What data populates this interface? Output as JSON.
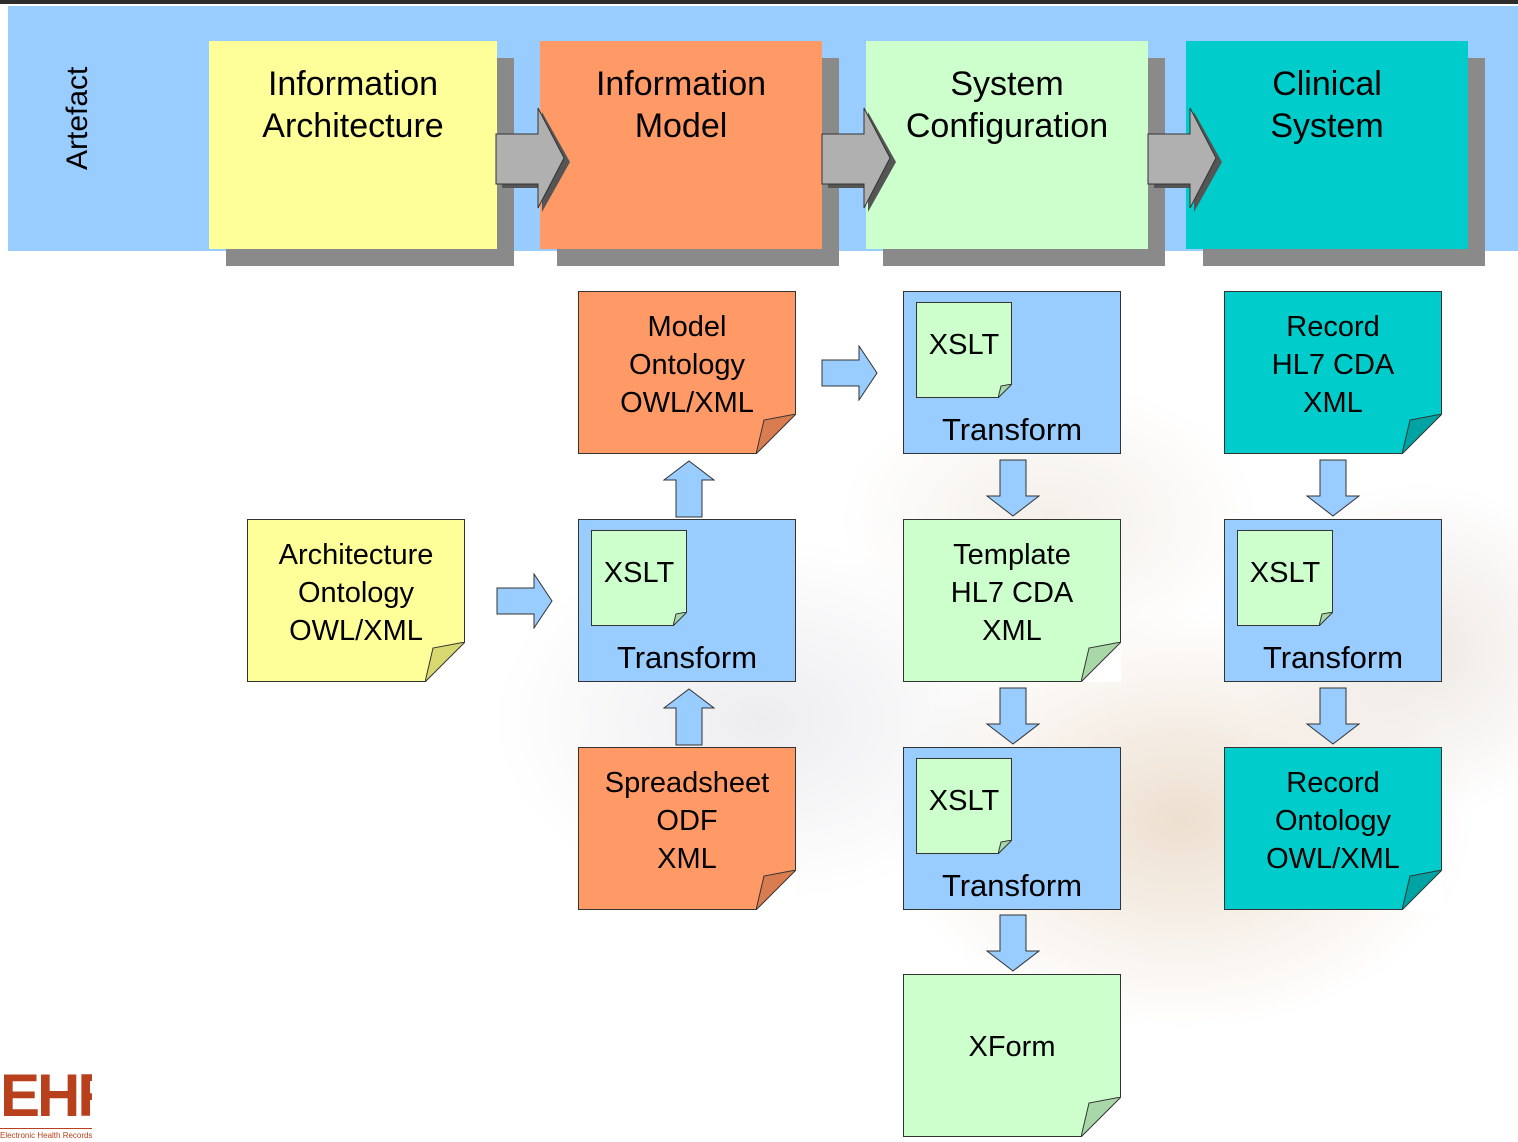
{
  "band": {
    "label": "Artefact"
  },
  "stages": [
    {
      "lines": [
        "Information",
        "Architecture"
      ],
      "color": "#ffff99"
    },
    {
      "lines": [
        "Information",
        "Model"
      ],
      "color": "#ff9966"
    },
    {
      "lines": [
        "System",
        "Configuration"
      ],
      "color": "#ccffcc"
    },
    {
      "lines": [
        "Clinical",
        "System"
      ],
      "color": "#00cccc"
    }
  ],
  "nodes": {
    "architecture_ontology": {
      "lines": [
        "Architecture",
        "Ontology",
        "OWL/XML"
      ],
      "color": "#ffff99"
    },
    "model_ontology": {
      "lines": [
        "Model",
        "Ontology",
        "OWL/XML"
      ],
      "color": "#ff9966"
    },
    "model_transform": {
      "inner": "XSLT",
      "label": "Transform",
      "color": "#99ccff"
    },
    "spreadsheet": {
      "lines": [
        "Spreadsheet",
        "ODF",
        "XML"
      ],
      "color": "#ff9966"
    },
    "config_transform_1": {
      "inner": "XSLT",
      "label": "Transform",
      "color": "#99ccff"
    },
    "template": {
      "lines": [
        "Template",
        "HL7 CDA",
        "XML"
      ],
      "color": "#ccffcc"
    },
    "config_transform_2": {
      "inner": "XSLT",
      "label": "Transform",
      "color": "#99ccff"
    },
    "xform": {
      "lines": [
        "XForm"
      ],
      "color": "#ccffcc"
    },
    "record_cda": {
      "lines": [
        "Record",
        "HL7 CDA",
        "XML"
      ],
      "color": "#00cccc"
    },
    "clinical_transform": {
      "inner": "XSLT",
      "label": "Transform",
      "color": "#99ccff"
    },
    "record_ontology": {
      "lines": [
        "Record",
        "Ontology",
        "OWL/XML"
      ],
      "color": "#00cccc"
    }
  },
  "logo": {
    "text": "EHR",
    "subtitle": "Electronic Health Records"
  }
}
